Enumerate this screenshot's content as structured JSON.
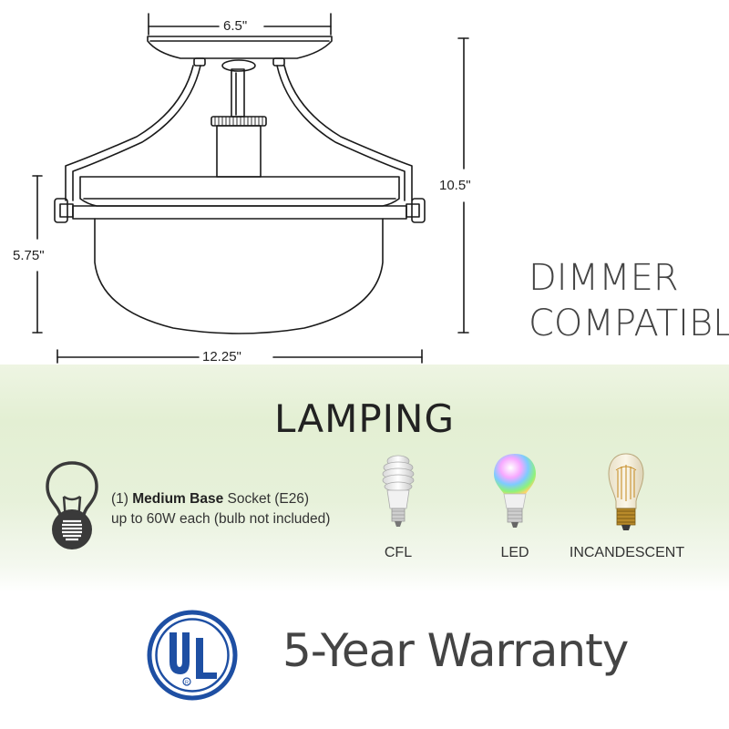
{
  "dimensions": {
    "canopy_width": "6.5\"",
    "total_height": "10.5\"",
    "shade_height": "5.75\"",
    "shade_width": "12.25\""
  },
  "feature": {
    "line1": "DIMMER",
    "line2": "COMPATIBLE"
  },
  "lamping": {
    "title": "LAMPING",
    "count": "(1)",
    "base_type": "Medium Base",
    "socket": "Socket (E26)",
    "wattage": "up to 60W each (bulb not included)"
  },
  "bulbs": [
    {
      "label": "CFL",
      "icon": "cfl-bulb-icon"
    },
    {
      "label": "LED",
      "icon": "led-bulb-icon"
    },
    {
      "label": "INCANDESCENT",
      "icon": "incandescent-bulb-icon"
    }
  ],
  "certification": {
    "logo_text": "UL",
    "warranty": "5-Year Warranty"
  },
  "colors": {
    "ul_blue": "#1e4fa3",
    "band_green": "#e3efd3",
    "line_dark": "#1a1a1a",
    "icon_dark": "#3a3a3a"
  }
}
